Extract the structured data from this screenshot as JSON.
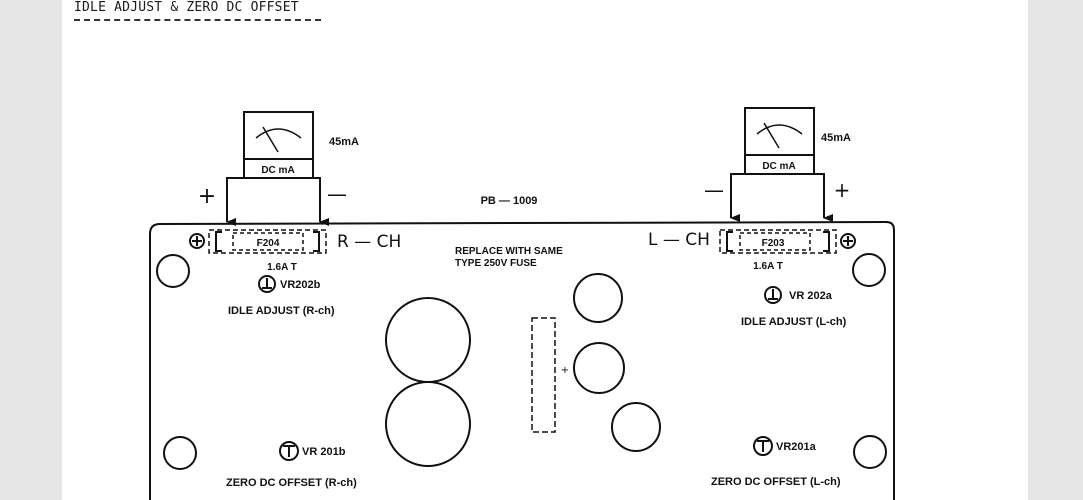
{
  "page_title": "IDLE ADJUST & ZERO DC OFFSET",
  "board_label": "PB — 1009",
  "fuse_note": [
    "REPLACE WITH SAME",
    "TYPE 250V FUSE"
  ],
  "meters": {
    "left": {
      "scale": "DC mA",
      "reading": "45mA",
      "plus": "+",
      "minus": "—"
    },
    "right": {
      "scale": "DC mA",
      "reading": "45mA",
      "plus": "+",
      "minus": "—"
    }
  },
  "channels": {
    "r": {
      "channel_label": "R — CH",
      "fuse_id": "F204",
      "fuse_rating": "1.6A T",
      "idle_vr": "VR202b",
      "idle_caption": "IDLE  ADJUST (R-ch)",
      "offset_vr": "VR 201b",
      "offset_caption": "ZERO  DC  OFFSET (R-ch)"
    },
    "l": {
      "channel_label": "L — CH",
      "fuse_id": "F203",
      "fuse_rating": "1.6A T",
      "idle_vr": "VR 202a",
      "idle_caption": "IDLE  ADJUST (L-ch)",
      "offset_vr": "VR201a",
      "offset_caption": "ZERO  DC OFFSET (L-ch)"
    }
  },
  "center_mark": "+",
  "icons": {
    "trim_pot": "trim-pot-symbol-icon",
    "ground": "ground-terminal-icon",
    "meter": "analog-meter-icon"
  }
}
